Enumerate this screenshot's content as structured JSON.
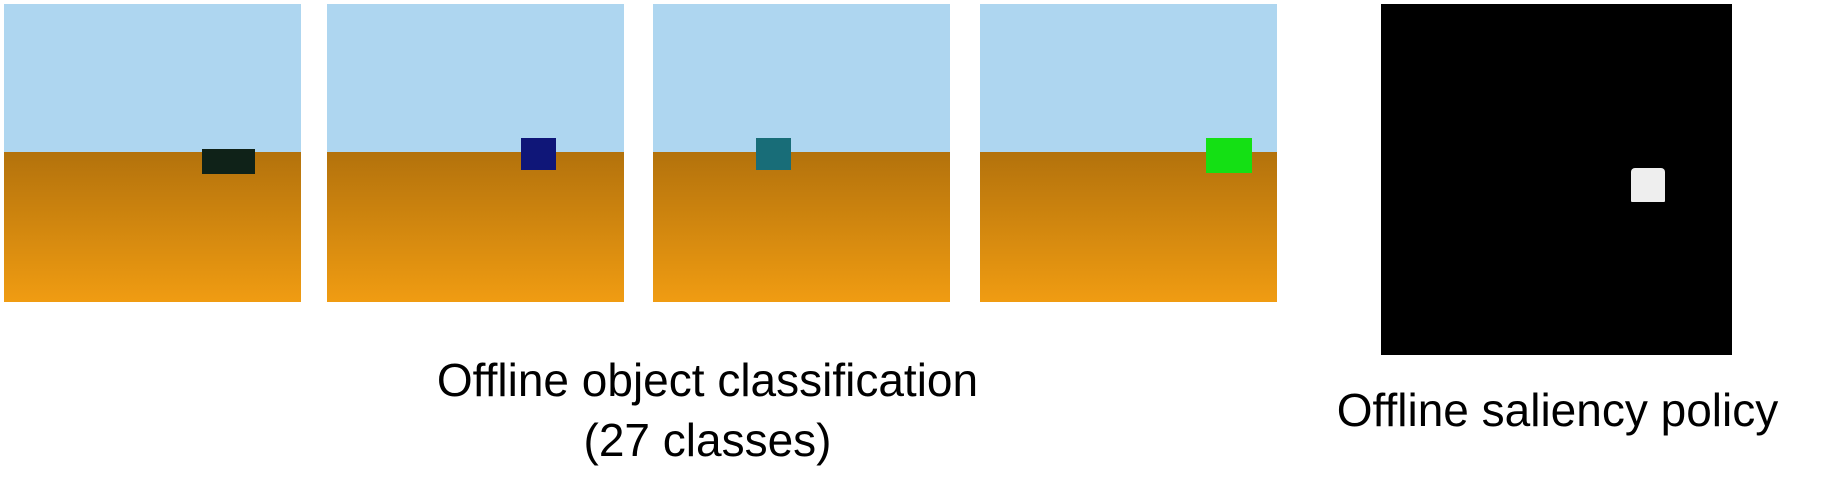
{
  "colors": {
    "sky": "#aed6f0",
    "ground_top": "#b3720c",
    "ground_bottom": "#f09c12",
    "saliency_background": "#000000",
    "saliency_blob": "#eeeeee"
  },
  "scenes": [
    {
      "object": "dark-rectangle",
      "object_color": "#0f2218"
    },
    {
      "object": "navy-square",
      "object_color": "#0f1678"
    },
    {
      "object": "teal-square",
      "object_color": "#186d78"
    },
    {
      "object": "green-rectangle",
      "object_color": "#14e014"
    }
  ],
  "captions": {
    "classification_line1": "Offline object classification",
    "classification_line2": "(27 classes)",
    "saliency": "Offline saliency policy"
  }
}
